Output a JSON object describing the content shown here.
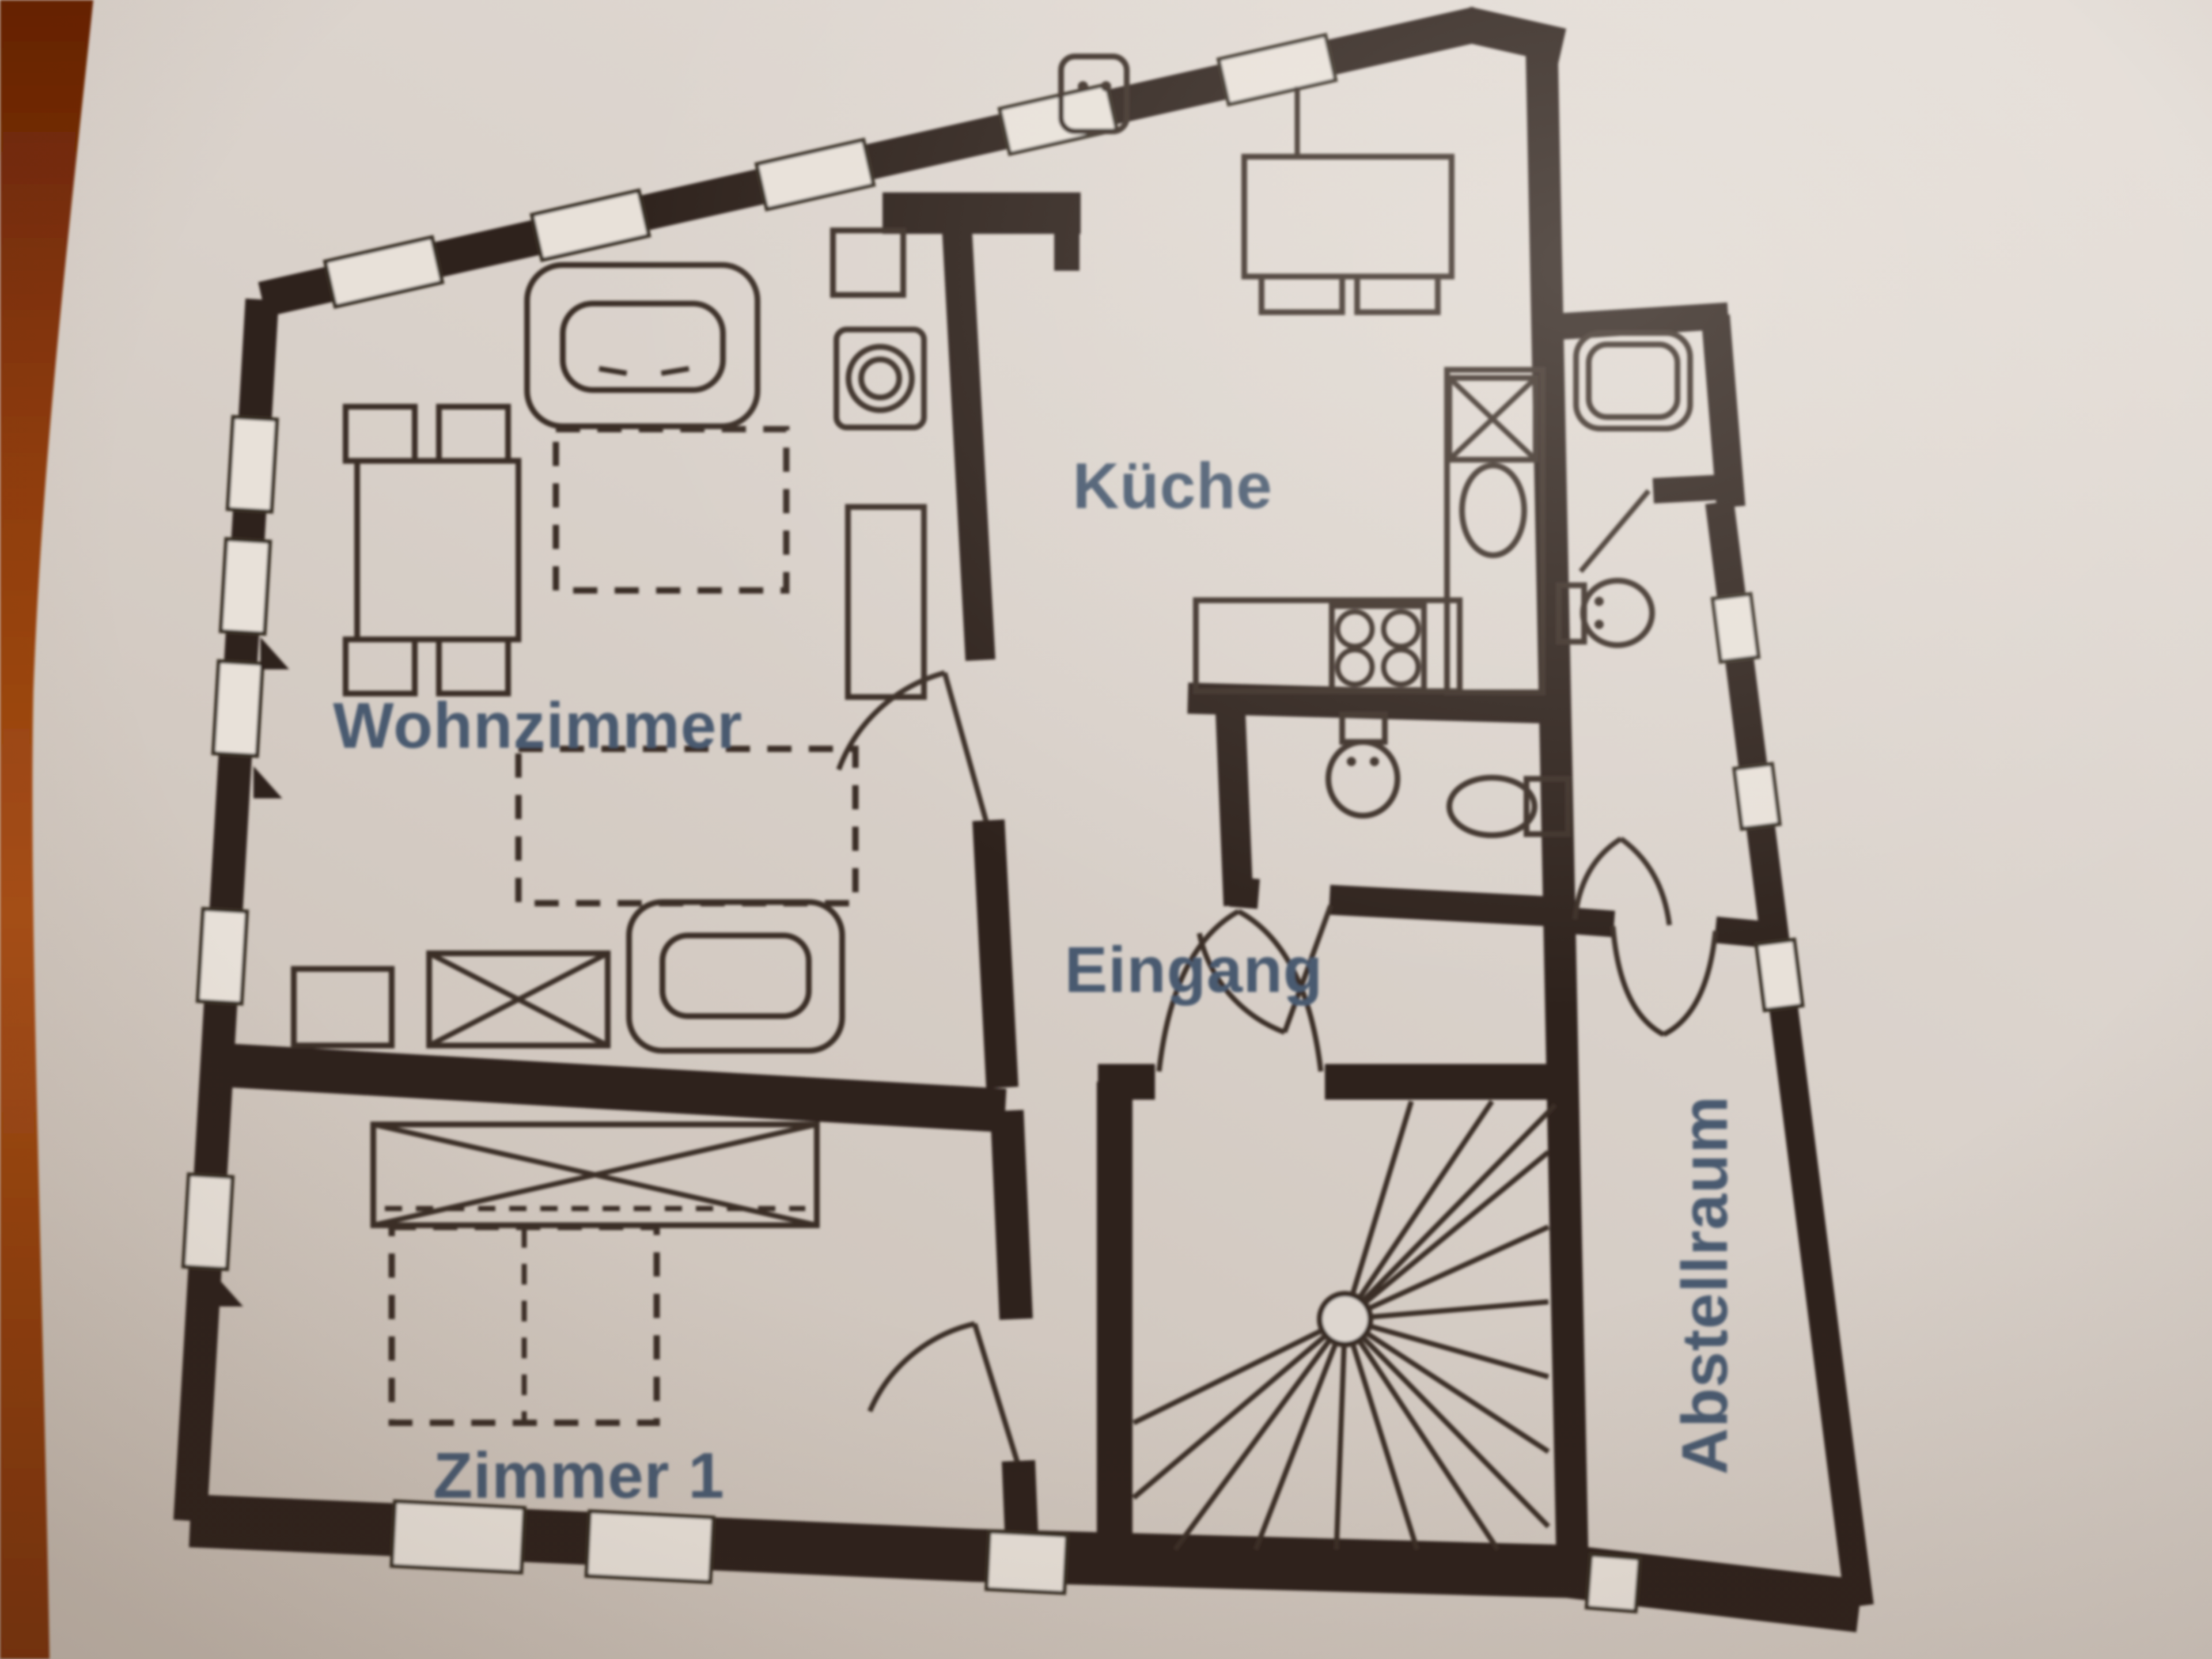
{
  "floor_plan": {
    "rooms": [
      {
        "id": "wohnzimmer",
        "label": "Wohnzimmer"
      },
      {
        "id": "kueche",
        "label": "Küche"
      },
      {
        "id": "eingang",
        "label": "Eingang"
      },
      {
        "id": "zimmer1",
        "label": "Zimmer 1"
      },
      {
        "id": "abstellraum",
        "label": "Abstellraum"
      }
    ],
    "label_color": "#4a5a70",
    "wall_color": "#2e241c",
    "paper_color": "#d9d1ca",
    "table_surface_color": "#96450f"
  }
}
